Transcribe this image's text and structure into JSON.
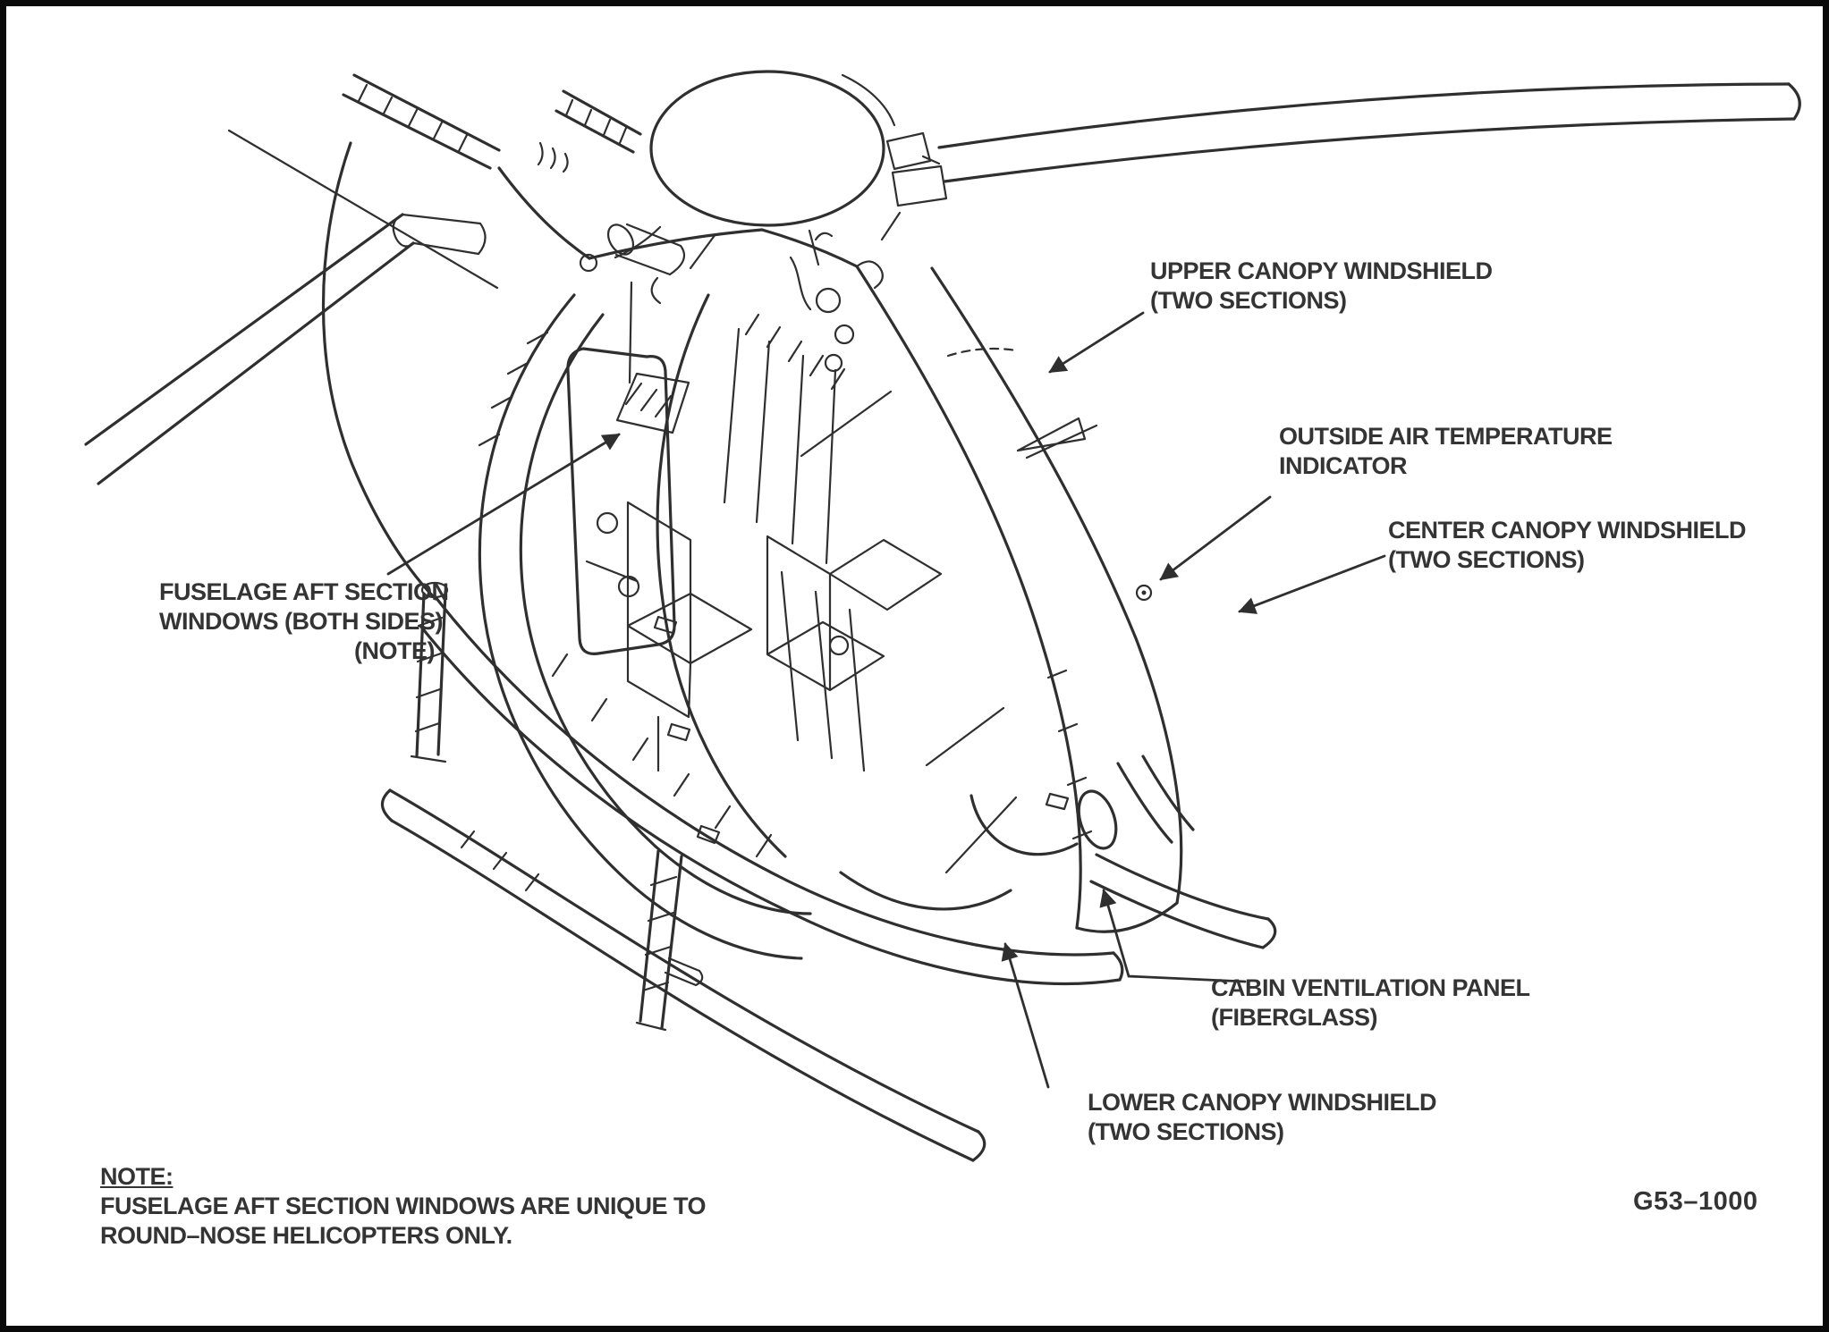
{
  "figure": {
    "number": "G53–1000",
    "note": {
      "heading": "NOTE:",
      "line1": "FUSELAGE AFT SECTION WINDOWS ARE UNIQUE TO",
      "line2": "ROUND–NOSE HELICOPTERS ONLY."
    },
    "callouts": {
      "upper_canopy": {
        "line1": "UPPER CANOPY WINDSHIELD",
        "line2": "(TWO SECTIONS)"
      },
      "outside_air_temp": {
        "line1": "OUTSIDE AIR TEMPERATURE",
        "line2": "INDICATOR"
      },
      "center_canopy": {
        "line1": "CENTER CANOPY WINDSHIELD",
        "line2": "(TWO SECTIONS)"
      },
      "fuselage_aft": {
        "line1": "FUSELAGE AFT SECTION",
        "line2": "WINDOWS (BOTH SIDES)",
        "line3": "(NOTE)"
      },
      "cabin_vent": {
        "line1": "CABIN VENTILATION PANEL",
        "line2": "(FIBERGLASS)"
      },
      "lower_canopy": {
        "line1": "LOWER CANOPY WINDSHIELD",
        "line2": "(TWO SECTIONS)"
      }
    },
    "colors": {
      "ink": "#2f2f2f",
      "paper": "#ffffff",
      "border": "#0a0a0a"
    }
  }
}
